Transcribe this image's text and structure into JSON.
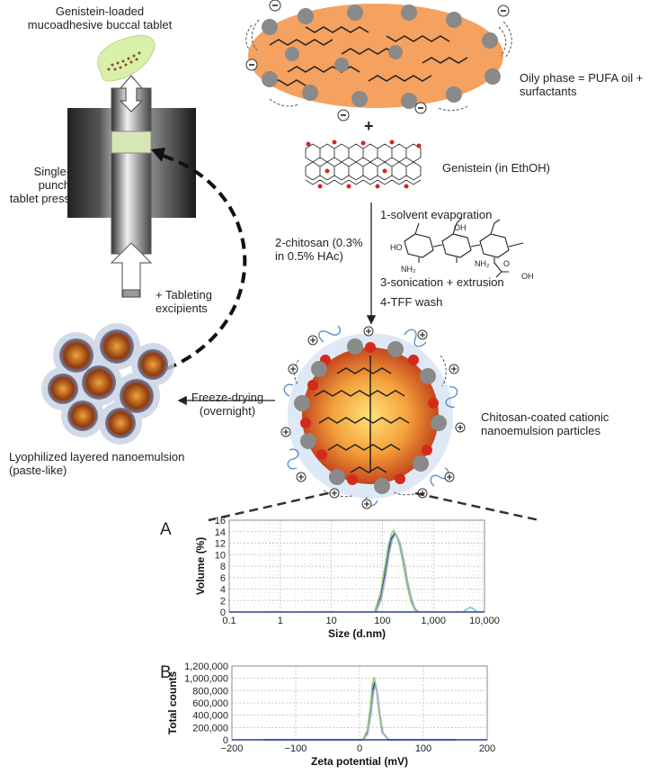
{
  "labels": {
    "tablet": "Genistein-loaded mucoadhesive buccal tablet",
    "press": "Single-punch tablet press",
    "excipients": "+ Tableting excipients",
    "oily_phase": "Oily phase = PUFA oil + surfactants",
    "plus": "+",
    "genistein": "Genistein (in EthOH)",
    "chitosan_step": "2-chitosan (0.3% in 0.5% HAc)",
    "step1": "1-solvent evaporation",
    "step3": "3-sonication + extrusion",
    "step4": "4-TFF wash",
    "freeze": "Freeze-drying (overnight)",
    "lyophilized": "Lyophilized layered nanoemulsion (paste-like)",
    "particles": "Chitosan-coated cationic nanoemulsion particles"
  },
  "chem_labels": {
    "ho": "HO",
    "oh": "OH",
    "nh2": "NH₂",
    "o": "O"
  },
  "chart_data": [
    {
      "panel": "A",
      "type": "line",
      "xlabel": "Size (d.nm)",
      "ylabel": "Volume (%)",
      "xscale": "log",
      "xlim": [
        0.1,
        10000
      ],
      "ylim": [
        0,
        16
      ],
      "xticks": [
        "0.1",
        "1",
        "10",
        "100",
        "1,000",
        "10,000"
      ],
      "yticks": [
        "0",
        "2",
        "4",
        "6",
        "8",
        "10",
        "12",
        "14",
        "16"
      ],
      "grid": true,
      "series": [
        {
          "color": "#2c3e8f",
          "x": [
            70,
            90,
            110,
            130,
            150,
            170,
            190,
            220,
            260,
            310,
            370,
            440,
            520
          ],
          "y": [
            0,
            2.5,
            6.5,
            10.5,
            12.8,
            13.6,
            13.3,
            11.8,
            8.8,
            5.0,
            2.0,
            0.4,
            0
          ]
        },
        {
          "color": "#8fd06a",
          "x": [
            70,
            90,
            110,
            130,
            150,
            165,
            185,
            215,
            255,
            305,
            365,
            435,
            520
          ],
          "y": [
            0,
            3.0,
            7.5,
            11.5,
            13.6,
            14.2,
            13.5,
            11.6,
            8.4,
            4.6,
            1.7,
            0.3,
            0
          ]
        },
        {
          "color": "#a9a9d6",
          "x": [
            75,
            95,
            115,
            135,
            155,
            175,
            195,
            225,
            265,
            315,
            375,
            445,
            530
          ],
          "y": [
            0,
            2.2,
            6.0,
            10.0,
            12.5,
            13.4,
            13.2,
            11.9,
            9.0,
            5.2,
            2.2,
            0.5,
            0
          ]
        },
        {
          "color": "#7fc8c8",
          "x": [
            3800,
            4500,
            5300,
            6200,
            7200
          ],
          "y": [
            0,
            0.5,
            0.8,
            0.5,
            0
          ]
        }
      ]
    },
    {
      "panel": "B",
      "type": "line",
      "xlabel": "Zeta potential (mV)",
      "ylabel": "Total counts",
      "xlim": [
        -200,
        200
      ],
      "ylim": [
        0,
        1200000
      ],
      "xticks": [
        "−200",
        "−100",
        "0",
        "100",
        "200"
      ],
      "yticks": [
        "0",
        "200,000",
        "400,000",
        "600,000",
        "800,000",
        "1,000,000",
        "1,200,000"
      ],
      "grid": true,
      "series": [
        {
          "color": "#2c3e8f",
          "x": [
            -150,
            5,
            12,
            17,
            21,
            24,
            27,
            31,
            36,
            45,
            150
          ],
          "y": [
            0,
            0,
            120000,
            480000,
            820000,
            940000,
            800000,
            450000,
            120000,
            0,
            0
          ]
        },
        {
          "color": "#8fd06a",
          "x": [
            5,
            12,
            17,
            20,
            23,
            26,
            30,
            35,
            45
          ],
          "y": [
            0,
            150000,
            560000,
            900000,
            1020000,
            860000,
            480000,
            120000,
            0
          ]
        },
        {
          "color": "#a9a9d6",
          "x": [
            6,
            13,
            18,
            22,
            25,
            28,
            32,
            37,
            46
          ],
          "y": [
            0,
            100000,
            430000,
            780000,
            880000,
            760000,
            420000,
            100000,
            0
          ]
        }
      ]
    }
  ]
}
